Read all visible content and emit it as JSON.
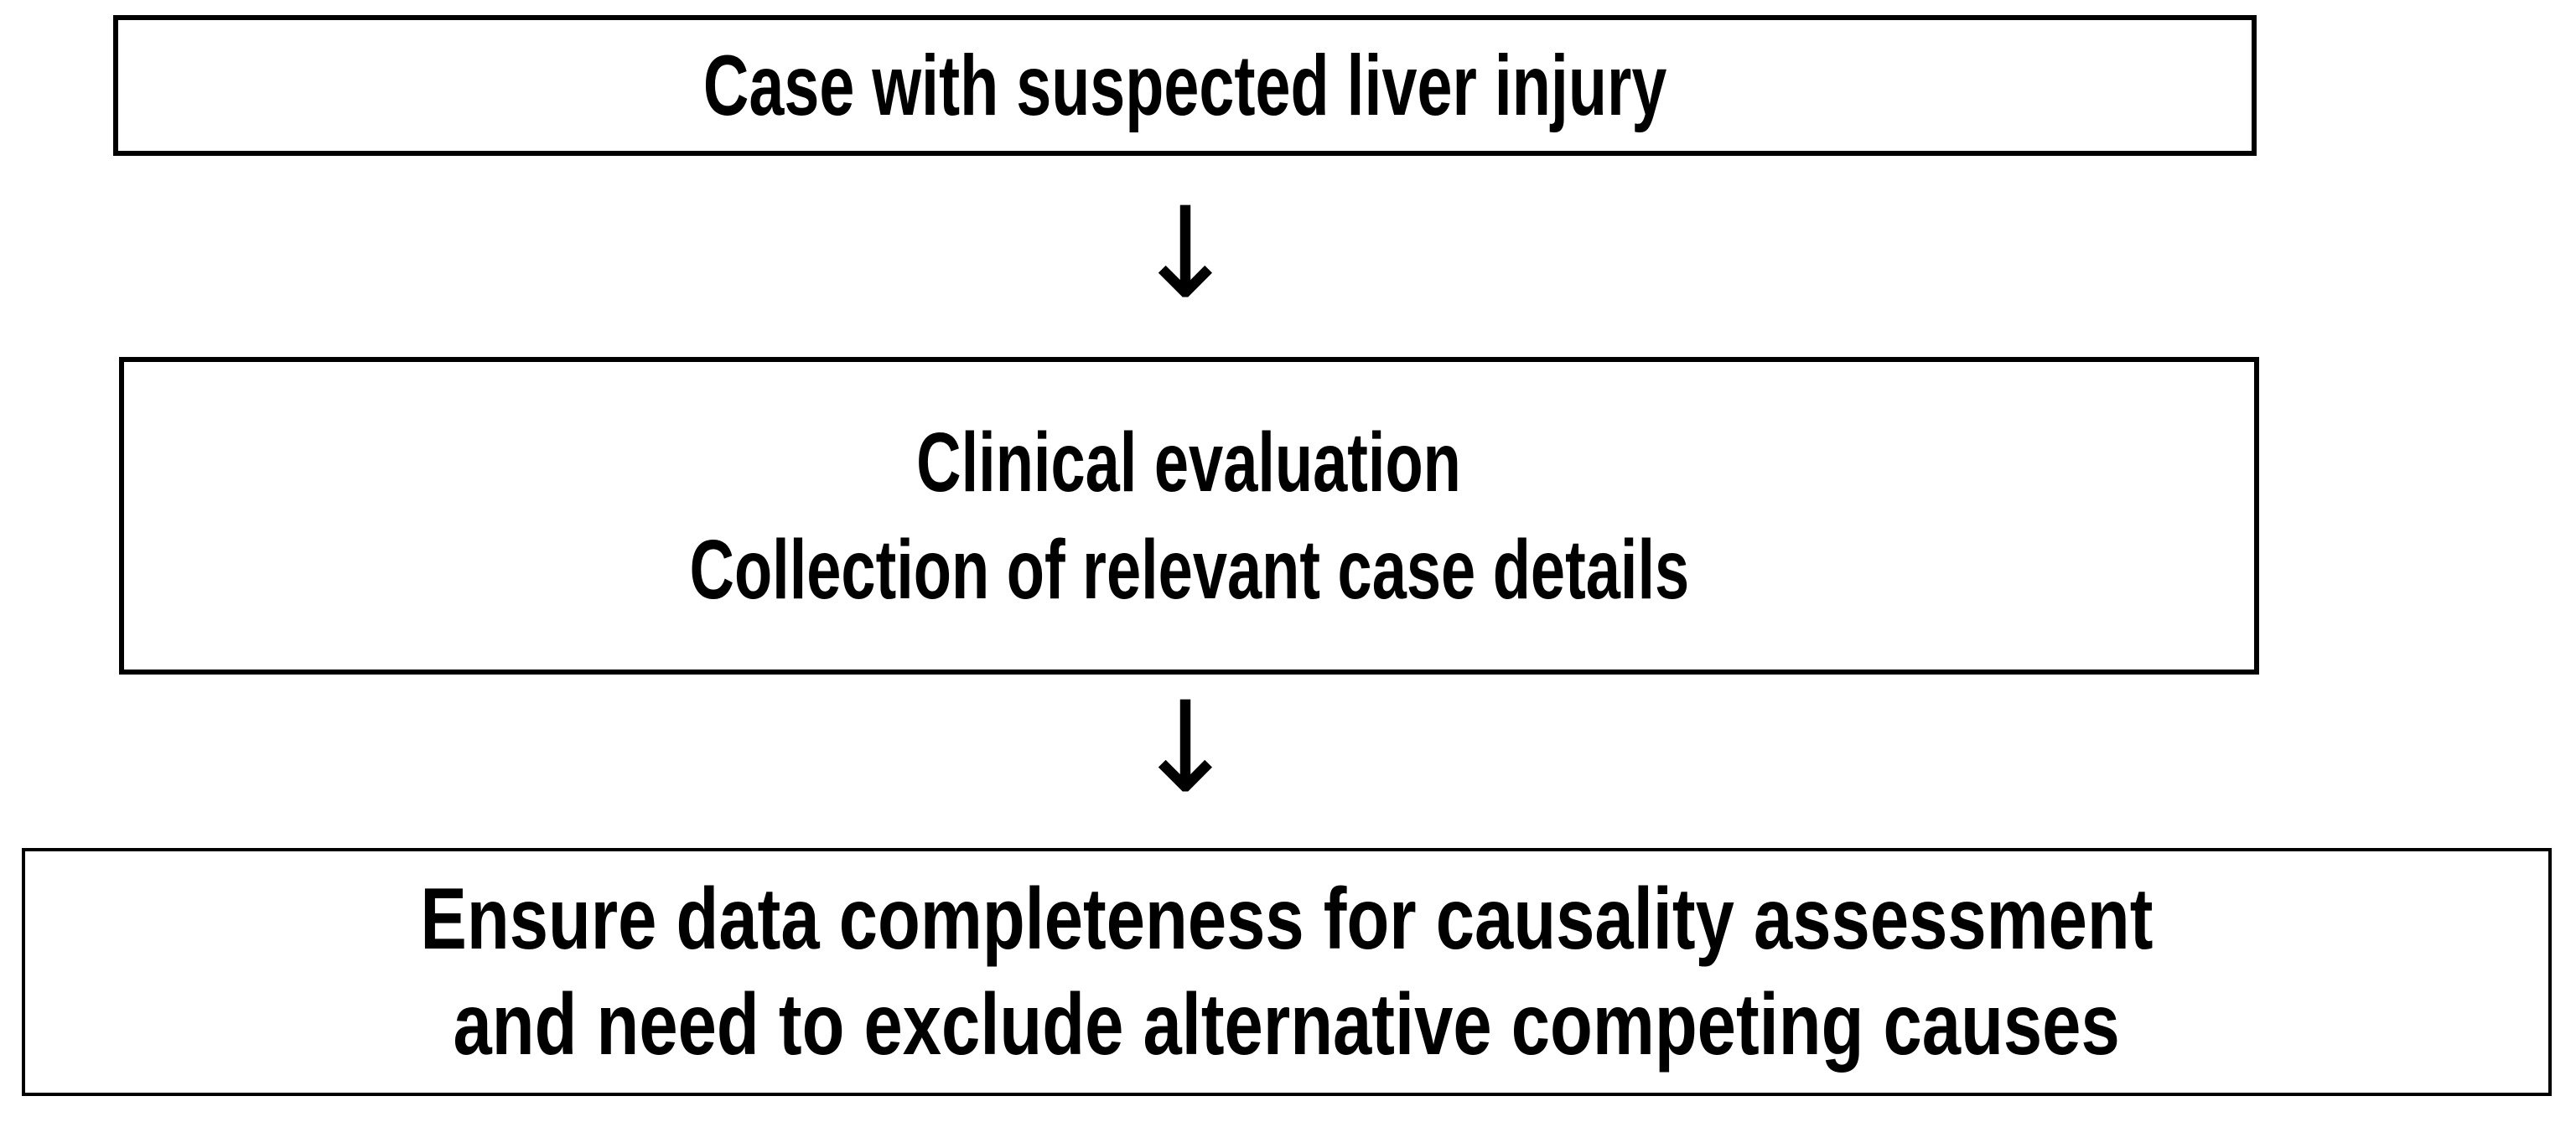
{
  "diagram": {
    "title": "Liver injury causality assessment flow",
    "background_color": "#ffffff",
    "line_color": "#000000",
    "text_color": "#000000",
    "nodes": [
      {
        "id": "case",
        "lines": [
          "Case with suspected liver injury"
        ]
      },
      {
        "id": "evaluation",
        "lines": [
          "Clinical evaluation",
          "Collection of relevant case details"
        ]
      },
      {
        "id": "completeness",
        "lines": [
          "Ensure data completeness for causality assessment",
          "and need to exclude alternative competing causes"
        ]
      }
    ],
    "connectors": [
      {
        "id": "arrow-1",
        "glyph": "↓",
        "from": "case",
        "to": "evaluation"
      },
      {
        "id": "arrow-2",
        "glyph": "↓",
        "from": "evaluation",
        "to": "completeness"
      }
    ]
  }
}
